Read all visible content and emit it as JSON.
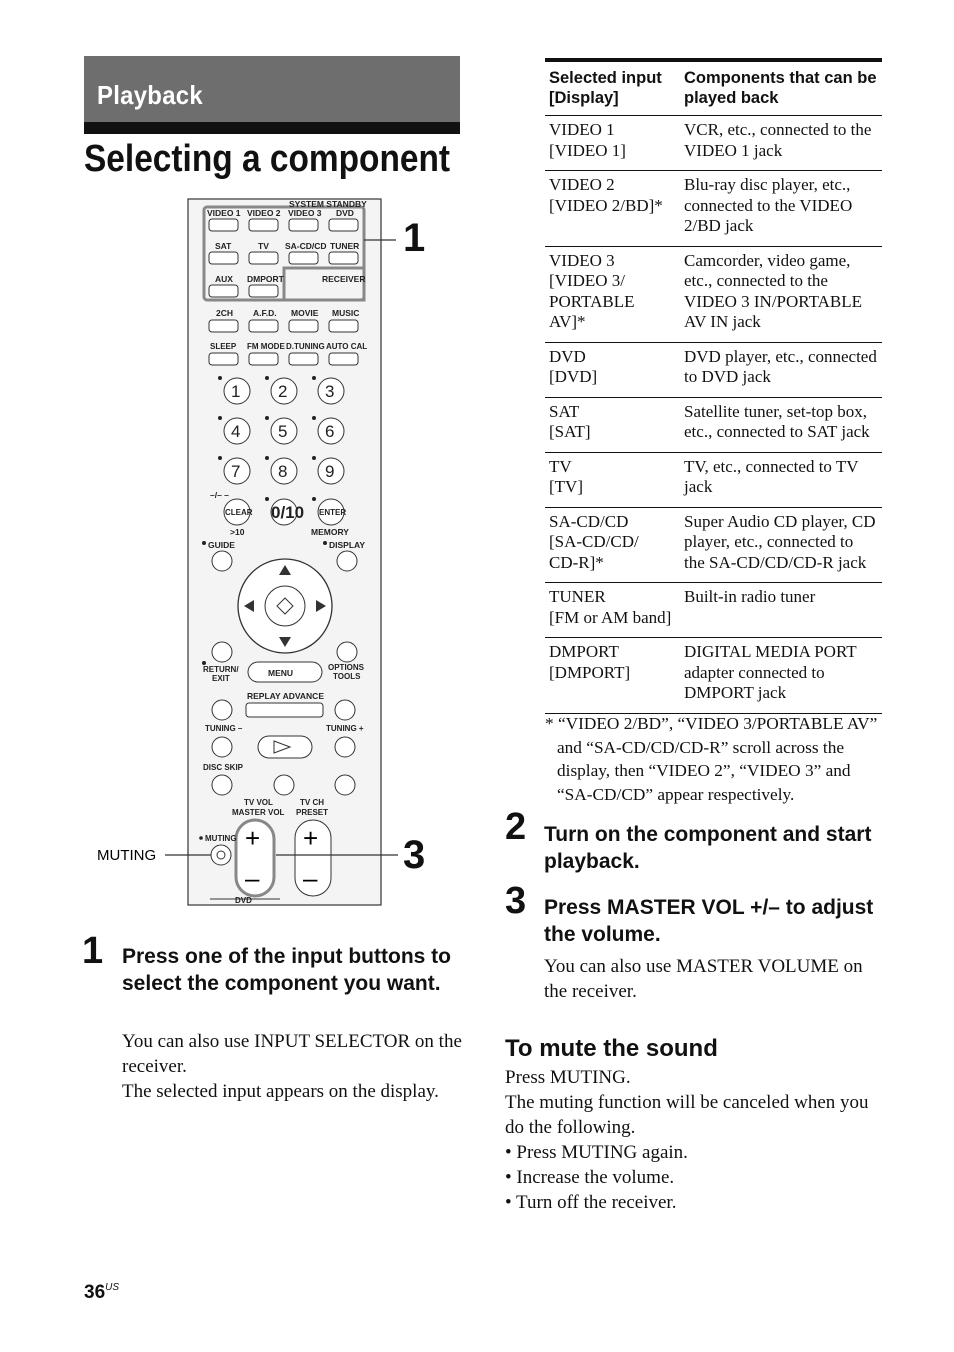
{
  "section": {
    "label": "Playback"
  },
  "title": "Selecting a component",
  "remote": {
    "labels": {
      "system_standby": "SYSTEM STANDBY",
      "video1": "VIDEO 1",
      "video2": "VIDEO 2",
      "video3": "VIDEO 3",
      "dvd": "DVD",
      "sat": "SAT",
      "tv": "TV",
      "sacd": "SA-CD/CD",
      "tuner": "TUNER",
      "aux": "AUX",
      "dmport": "DMPORT",
      "receiver": "RECEIVER",
      "ch2": "2CH",
      "afd": "A.F.D.",
      "movie": "MOVIE",
      "music": "MUSIC",
      "sleep": "SLEEP",
      "fm_mode": "FM MODE",
      "d_tuning": "D.TUNING",
      "auto_cal": "AUTO CAL",
      "k1": "1",
      "k2": "2",
      "k3": "3",
      "k4": "4",
      "k5": "5",
      "k6": "6",
      "k7": "7",
      "k8": "8",
      "k9": "9",
      "dash": "–/– –",
      "clear": "CLEAR",
      "k010": "0/10",
      "enter": "ENTER",
      "gt10": ">10",
      "memory": "MEMORY",
      "guide": "GUIDE",
      "display": "DISPLAY",
      "return_exit_1": "RETURN/",
      "return_exit_2": "EXIT",
      "menu": "MENU",
      "options": "OPTIONS",
      "tools": "TOOLS",
      "replay_advance": "REPLAY ADVANCE",
      "tuning_minus": "TUNING –",
      "tuning_plus": "TUNING +",
      "disc_skip": "DISC SKIP",
      "tv_vol": "TV VOL",
      "master_vol": "MASTER VOL",
      "tv_ch": "TV CH",
      "preset": "PRESET",
      "muting_small": "MUTING",
      "dvd_bottom": "DVD",
      "plus": "+",
      "minus": "–"
    },
    "callouts": {
      "c1": "1",
      "c3": "3",
      "muting": "MUTING"
    }
  },
  "steps": [
    {
      "number": "1",
      "heading": "Press one of the input buttons to select the component you want.",
      "body": [
        "You can also use INPUT SELECTOR on the receiver.",
        "The selected input appears on the display."
      ]
    },
    {
      "number": "2",
      "heading": "Turn on the component and start playback.",
      "body": []
    },
    {
      "number": "3",
      "heading": "Press MASTER VOL +/– to adjust the volume.",
      "body": [
        "You can also use MASTER VOLUME on the receiver."
      ]
    }
  ],
  "table": {
    "headers": [
      "Selected input [Display]",
      "Components that can be played back"
    ],
    "rows": [
      {
        "input": [
          "VIDEO 1",
          "[VIDEO 1]"
        ],
        "components": "VCR, etc., connected to the VIDEO 1 jack"
      },
      {
        "input": [
          "VIDEO 2",
          "[VIDEO 2/BD]*"
        ],
        "components": "Blu-ray disc player, etc., connected to the VIDEO 2/BD jack"
      },
      {
        "input": [
          "VIDEO 3",
          "[VIDEO 3/",
          "PORTABLE",
          "AV]*"
        ],
        "components": "Camcorder, video game, etc., connected to the VIDEO 3 IN/PORTABLE AV IN jack"
      },
      {
        "input": [
          "DVD",
          "[DVD]"
        ],
        "components": "DVD player, etc., connected to DVD jack"
      },
      {
        "input": [
          "SAT",
          "[SAT]"
        ],
        "components": "Satellite tuner, set-top box, etc., connected to SAT jack"
      },
      {
        "input": [
          "TV",
          "[TV]"
        ],
        "components": "TV, etc., connected to TV jack"
      },
      {
        "input": [
          "SA-CD/CD",
          "[SA-CD/CD/",
          "CD-R]*"
        ],
        "components": "Super Audio CD player, CD player, etc., connected to the SA-CD/CD/CD-R jack"
      },
      {
        "input": [
          "TUNER",
          "[FM or AM band]"
        ],
        "components": "Built-in radio tuner"
      },
      {
        "input": [
          "DMPORT",
          "[DMPORT]"
        ],
        "components": "DIGITAL MEDIA PORT adapter connected to DMPORT jack"
      }
    ],
    "note": "* “VIDEO 2/BD”, “VIDEO 3/PORTABLE AV” and “SA-CD/CD/CD-R” scroll across the display, then “VIDEO 2”, “VIDEO 3” and “SA-CD/CD” appear respectively."
  },
  "mute": {
    "heading": "To mute the sound",
    "lines": [
      "Press MUTING.",
      "The muting function will be canceled when you do the following."
    ],
    "bullets": [
      "• Press MUTING again.",
      "• Increase the volume.",
      "• Turn off the receiver."
    ]
  },
  "page": {
    "number": "36",
    "suffix": "US"
  }
}
